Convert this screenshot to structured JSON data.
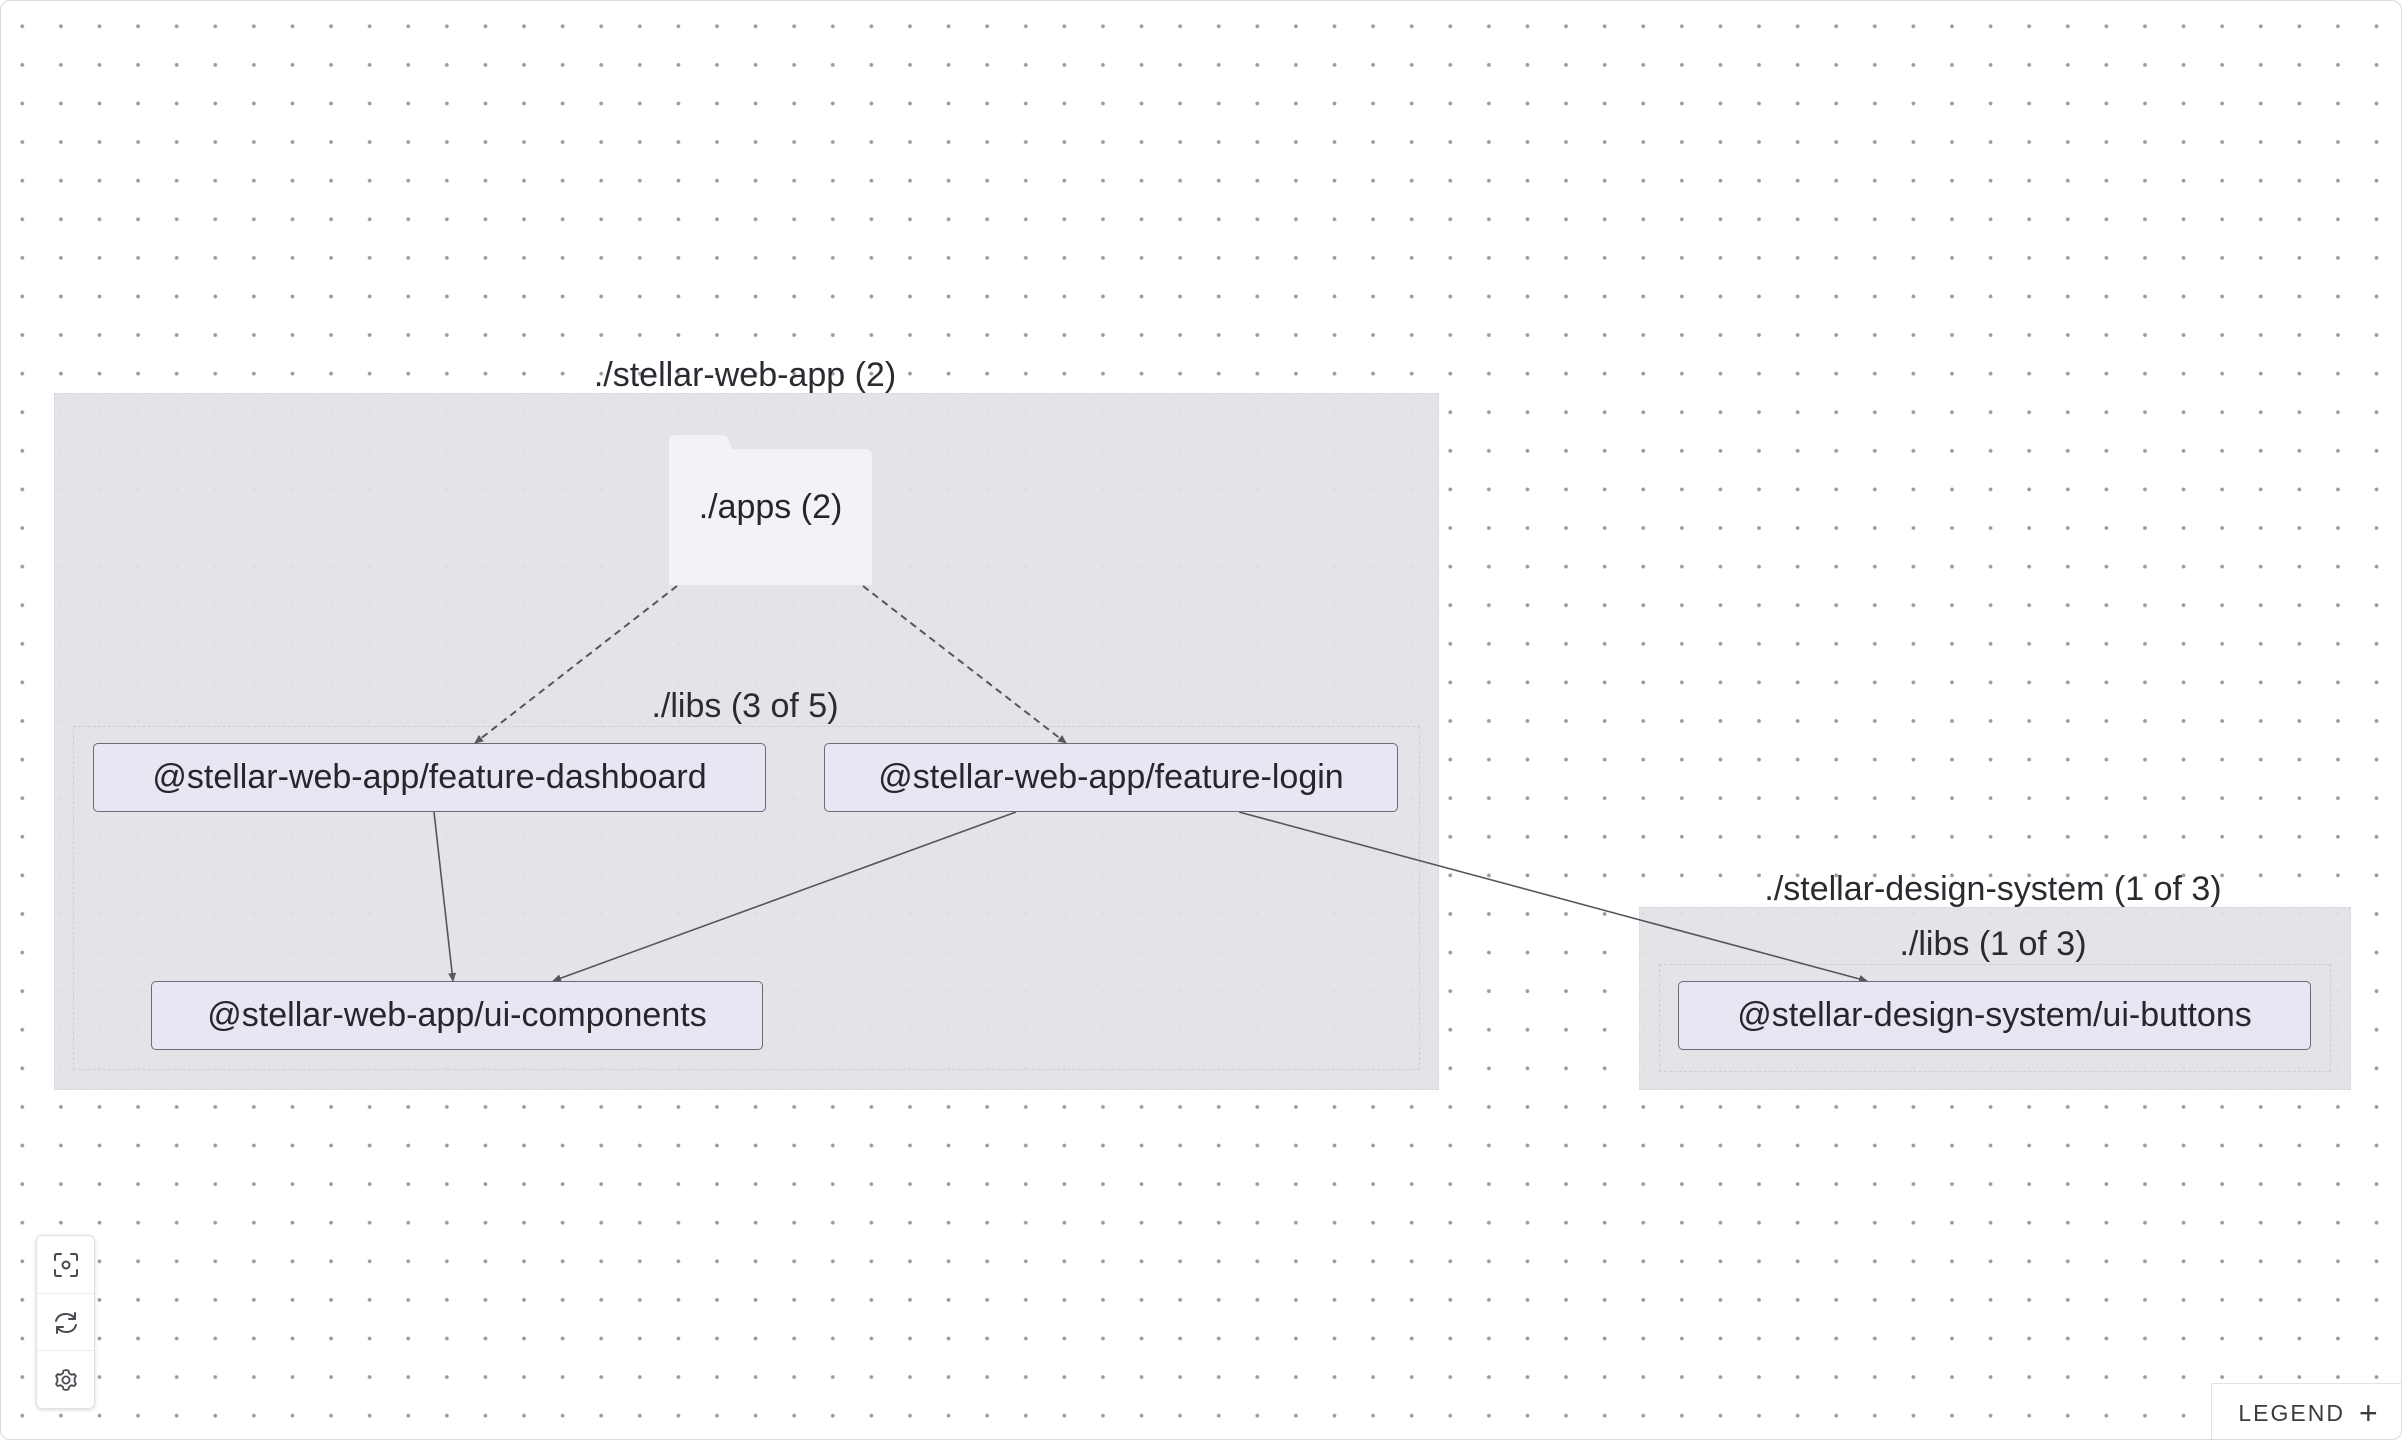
{
  "groups": {
    "web_app": {
      "label": "./stellar-web-app (2)"
    },
    "web_libs": {
      "label": "./libs (3 of 5)"
    },
    "design_system": {
      "label": "./stellar-design-system (1 of 3)"
    },
    "design_libs": {
      "label": "./libs (1 of 3)"
    }
  },
  "folder": {
    "label": "./apps (2)",
    "icon": "folder-icon"
  },
  "nodes": {
    "feature_dashboard": "@stellar-web-app/feature-dashboard",
    "feature_login": "@stellar-web-app/feature-login",
    "ui_components": "@stellar-web-app/ui-components",
    "ui_buttons": "@stellar-design-system/ui-buttons"
  },
  "edges": [
    {
      "from": "./apps (2)",
      "to": "@stellar-web-app/feature-dashboard",
      "style": "dashed"
    },
    {
      "from": "./apps (2)",
      "to": "@stellar-web-app/feature-login",
      "style": "dashed"
    },
    {
      "from": "@stellar-web-app/feature-dashboard",
      "to": "@stellar-web-app/ui-components",
      "style": "solid"
    },
    {
      "from": "@stellar-web-app/feature-login",
      "to": "@stellar-web-app/ui-components",
      "style": "solid"
    },
    {
      "from": "@stellar-web-app/feature-login",
      "to": "@stellar-design-system/ui-buttons",
      "style": "solid"
    }
  ],
  "controls": [
    {
      "name": "fit-view-button",
      "icon": "focus-icon"
    },
    {
      "name": "reset-layout-button",
      "icon": "refresh-icon"
    },
    {
      "name": "settings-button",
      "icon": "gear-icon"
    }
  ],
  "legend": {
    "label": "LEGEND",
    "toggle": "+"
  },
  "colors": {
    "group_fill": "#e2e1e7",
    "node_fill": "#e6e7f3",
    "node_border": "#6b6c78",
    "edge": "#55555e",
    "folder_fill": "#f3f2f7"
  }
}
